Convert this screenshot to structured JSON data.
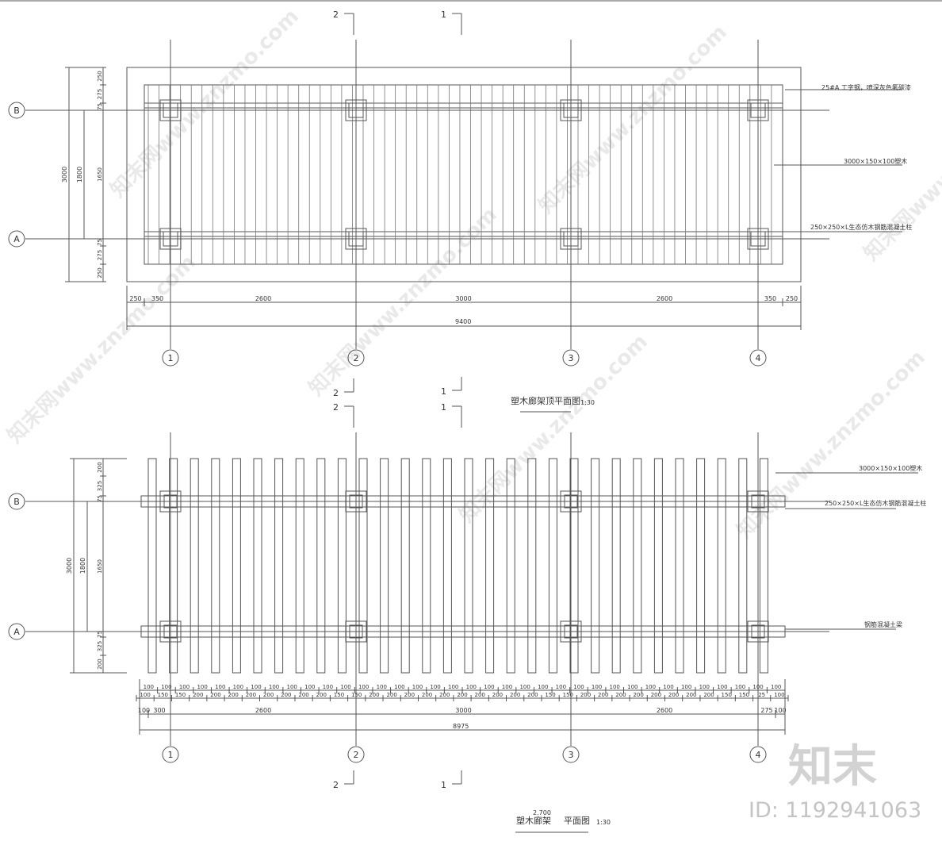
{
  "plan1": {
    "title": "塑木廊架顶平面图",
    "scale": "1:30",
    "section_marks": [
      "2",
      "1",
      "2",
      "1"
    ],
    "axis_rows": [
      "B",
      "A"
    ],
    "axis_cols": [
      "1",
      "2",
      "3",
      "4"
    ],
    "labels": {
      "steel": "25#A 工字钢，喷深灰色氟碳漆",
      "timber": "3000×150×100塑木",
      "column": "250×250×L生态仿木钢筋混凝土柱"
    },
    "dims_bottom": [
      "250",
      "350",
      "2600",
      "3000",
      "2600",
      "350",
      "250"
    ],
    "dim_total": "9400",
    "dims_left_outer": "3000",
    "dims_left_mid": "1800",
    "dims_left_inner": [
      "250",
      "275",
      "75",
      "1650",
      "75",
      "275",
      "250"
    ]
  },
  "plan2": {
    "title": "塑木廊架",
    "title_sub": "平面图",
    "elevation": "2.700",
    "scale": "1:30",
    "section_marks": [
      "2",
      "1",
      "2",
      "1"
    ],
    "axis_rows": [
      "B",
      "A"
    ],
    "axis_cols": [
      "1",
      "2",
      "3",
      "4"
    ],
    "labels": {
      "timber": "3000×150×100塑木",
      "column": "250×250×L生态仿木钢筋混凝土柱",
      "beam": "钢筋混凝土梁"
    },
    "dims_row1": [
      "100",
      "100",
      "100",
      "100",
      "100",
      "100",
      "100",
      "100",
      "100",
      "100",
      "100",
      "100",
      "100",
      "100",
      "100",
      "100",
      "100",
      "100",
      "100",
      "100",
      "100",
      "100",
      "100",
      "100",
      "100",
      "100",
      "100",
      "100",
      "100",
      "100",
      "100",
      "100",
      "100",
      "100",
      "100",
      "100"
    ],
    "dims_row2": [
      "100",
      "150",
      "150",
      "200",
      "200",
      "200",
      "200",
      "200",
      "200",
      "200",
      "200",
      "150",
      "150",
      "200",
      "200",
      "200",
      "200",
      "200",
      "200",
      "200",
      "200",
      "200",
      "200",
      "150",
      "150",
      "200",
      "200",
      "200",
      "200",
      "200",
      "200",
      "200",
      "200",
      "150",
      "150",
      "25",
      "100"
    ],
    "dims_row3": [
      "100",
      "300",
      "2600",
      "3000",
      "2600",
      "275",
      "100"
    ],
    "dim_total": "8975",
    "dims_left_outer": "3000",
    "dims_left_mid": "1800",
    "dims_left_inner": [
      "200",
      "325",
      "75",
      "1650",
      "75",
      "325",
      "200"
    ]
  },
  "watermark": {
    "site": "知末网www.znzmo.com",
    "logo": "知末",
    "id_text": "ID: 1192941063"
  }
}
